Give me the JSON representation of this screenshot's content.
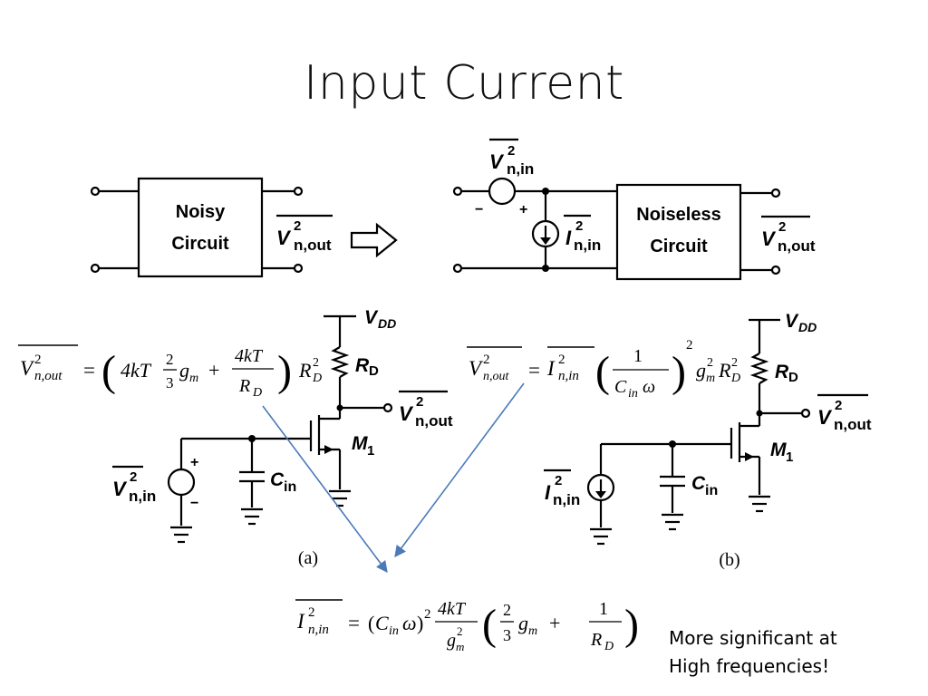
{
  "slide": {
    "title": "Input Current",
    "note_line1": "More significant at",
    "note_line2": "High frequencies!"
  },
  "top": {
    "noisy_line1": "Noisy",
    "noisy_line2": "Circuit",
    "noiseless_line1": "Noiseless",
    "noiseless_line2": "Circuit",
    "plus": "+",
    "minus": "−"
  },
  "circuit_a": {
    "vdd": "V",
    "vdd_sub": "DD",
    "rd": "R",
    "rd_sub": "D",
    "m1": "M",
    "m1_sub": "1",
    "cin": "C",
    "cin_sub": "in",
    "caption": "(a)"
  },
  "circuit_b": {
    "vdd": "V",
    "vdd_sub": "DD",
    "rd": "R",
    "rd_sub": "D",
    "m1": "M",
    "m1_sub": "1",
    "cin": "C",
    "cin_sub": "in",
    "caption": "(b)"
  },
  "labels": {
    "v": "V",
    "i": "I",
    "sq": "2",
    "n_out": "n,out",
    "n_in": "n,in"
  },
  "eq": {
    "lhs_sub": "n,out",
    "in_sub": "n,in",
    "eq1_4kt": "4kT",
    "eq1_23": "2",
    "eq1_3": "3",
    "eq1_gm": "g",
    "eq1_rd": "R",
    "eq1_rd_sub": "D",
    "one": "1",
    "cinw": "C",
    "omega": "ω"
  },
  "colors": {
    "arrow": "#4a7ab8"
  }
}
